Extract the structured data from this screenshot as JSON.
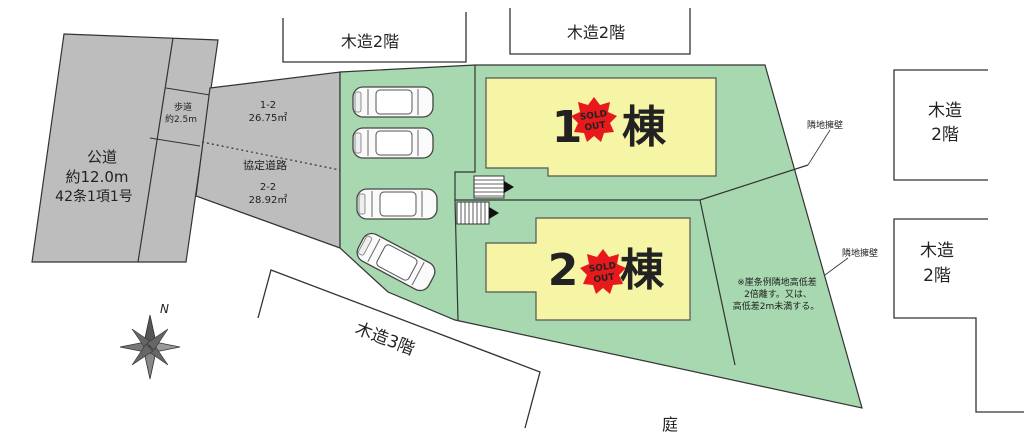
{
  "road": {
    "public_title": "公道",
    "public_width": "約12.0m",
    "public_article": "42条1項1号",
    "sidewalk_title": "歩道",
    "sidewalk_width": "約2.5m"
  },
  "agreement_road": {
    "label": "協定道路",
    "lot_1_2_id": "1-2",
    "lot_1_2_area": "26.75㎡",
    "lot_2_2_id": "2-2",
    "lot_2_2_area": "28.92㎡"
  },
  "buildings": {
    "b1_prefix": "1",
    "b1_suffix": "棟",
    "b2_prefix": "2",
    "b2_suffix": "棟",
    "sold_line1": "SOLD",
    "sold_line2": "OUT"
  },
  "neighbors": {
    "top_left": "木造2階",
    "top_right": "木造2階",
    "right_top_line1": "木造",
    "right_top_line2": "2階",
    "right_bottom_line1": "木造",
    "right_bottom_line2": "2階",
    "bottom_left": "木造3階",
    "bottom": "庭"
  },
  "walls": {
    "label_upper": "隣地擁壁",
    "label_lower": "隣地擁壁"
  },
  "note": {
    "line1": "※崖条例隣地高低差",
    "line2": "2倍離す。又は、",
    "line3": "高低差2m未満する。"
  },
  "colors": {
    "site_green": "#a8d8b0",
    "road_gray": "#bdbdbd",
    "building_yellow": "#f6f5a6",
    "sold_red": "#e8191c"
  }
}
